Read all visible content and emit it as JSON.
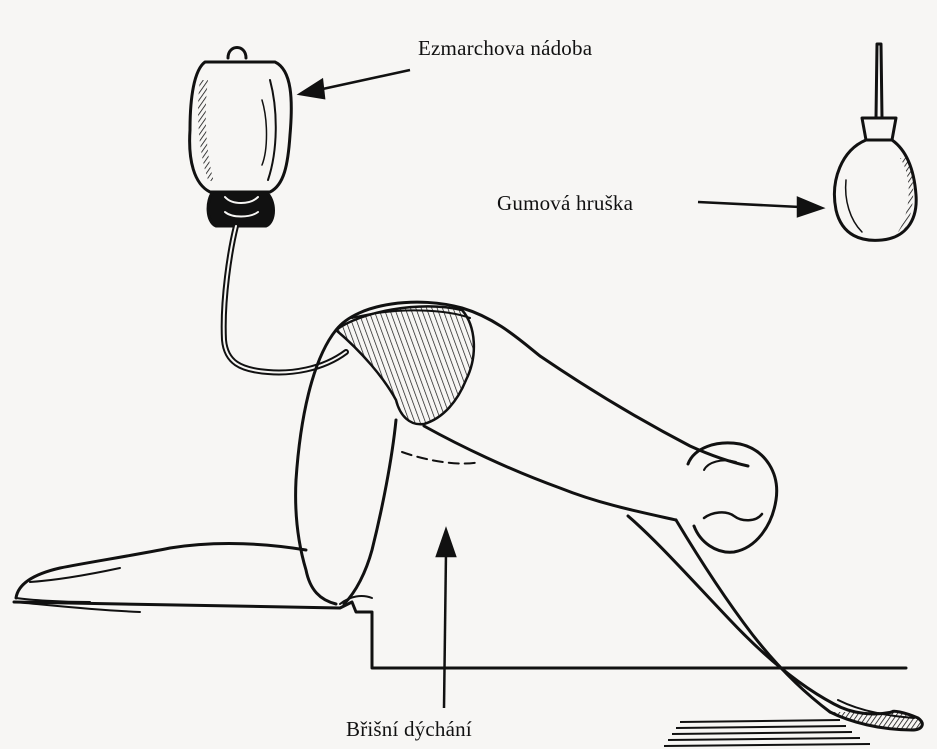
{
  "labels": {
    "enema_container": "Ezmarchova nádoba",
    "rubber_bulb": "Gumová hruška",
    "abdominal_breathing": "Břišní dýchání"
  },
  "colors": {
    "ink": "#111111",
    "paper": "#f7f6f4"
  }
}
